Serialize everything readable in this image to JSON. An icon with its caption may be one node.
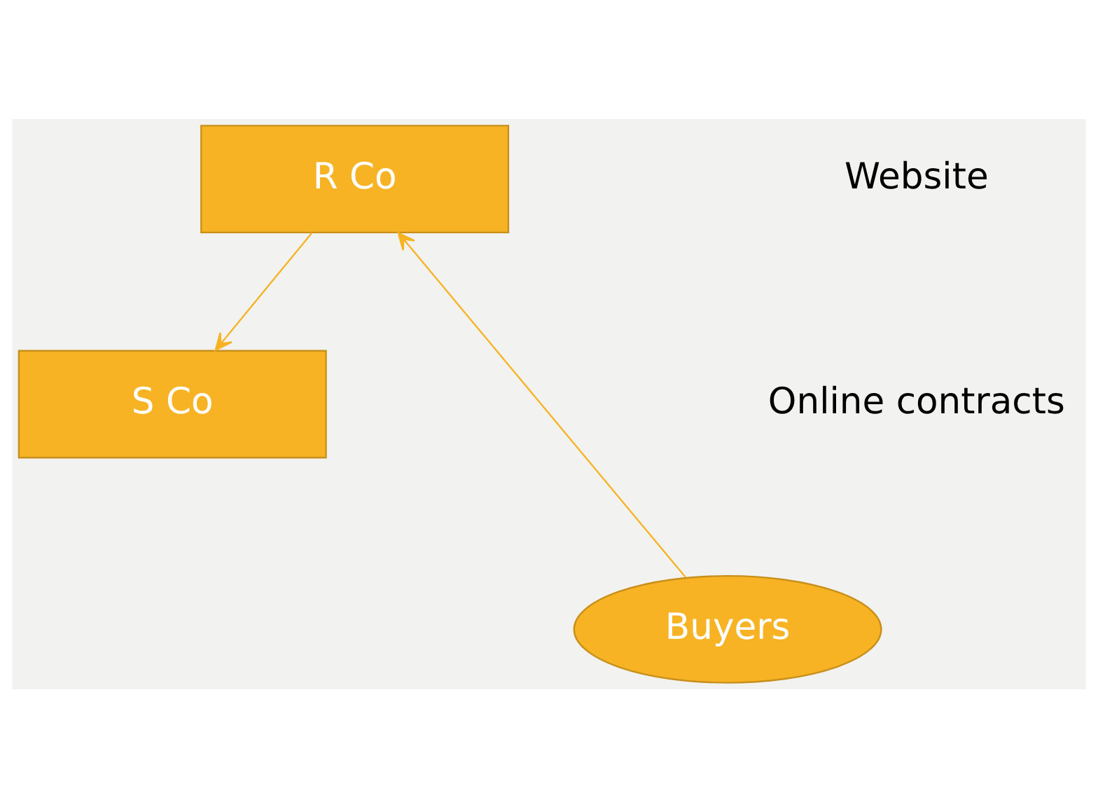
{
  "diagram": {
    "nodes": [
      {
        "text": [
          "R Co"
        ]
      },
      {
        "text": [
          "S Co"
        ]
      },
      {
        "text": [
          "Buyers"
        ]
      }
    ],
    "edges": [
      {
        "from": 0,
        "to": 1,
        "arrow": "to"
      },
      {
        "from": 2,
        "to": 0,
        "arrow": "to"
      }
    ],
    "labels": [
      "Website",
      "Online contracts"
    ]
  }
}
